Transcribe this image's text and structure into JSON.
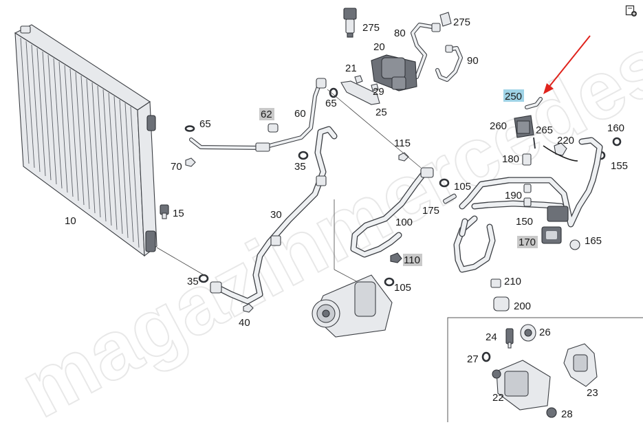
{
  "labels": {
    "l10": "10",
    "l15": "15",
    "l20": "20",
    "l21": "21",
    "l22": "22",
    "l23": "23",
    "l24": "24",
    "l25": "25",
    "l26": "26",
    "l27": "27",
    "l28": "28",
    "l29": "29",
    "l30": "30",
    "l35a": "35",
    "l35b": "35",
    "l40": "40",
    "l60": "60",
    "l62": "62",
    "l65a": "65",
    "l65b": "65",
    "l70": "70",
    "l80": "80",
    "l90": "90",
    "l100": "100",
    "l105a": "105",
    "l105b": "105",
    "l110": "110",
    "l115": "115",
    "l150": "150",
    "l155": "155",
    "l160": "160",
    "l165": "165",
    "l170": "170",
    "l175": "175",
    "l180": "180",
    "l190": "190",
    "l200": "200",
    "l210": "210",
    "l220": "220",
    "l250": "250",
    "l260": "260",
    "l265": "265",
    "l275a": "275",
    "l275b": "275"
  },
  "watermark": "magazinmercedes.ru",
  "colors": {
    "highlight_grey": "#c9c9c9",
    "highlight_blue": "#9fd3e6",
    "arrow_red": "#e0231c"
  },
  "icons": {
    "corner": "add-to-document-icon"
  }
}
